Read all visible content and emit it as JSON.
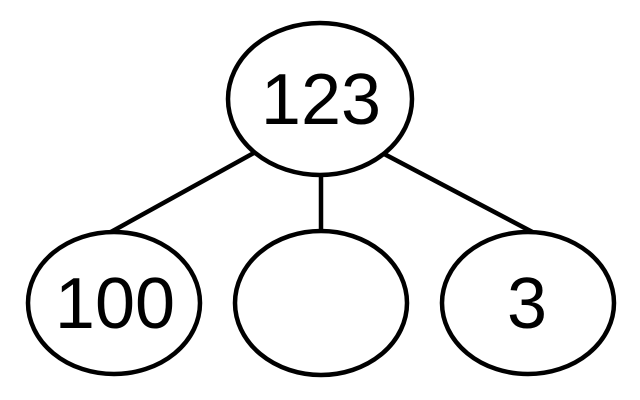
{
  "diagram": {
    "type": "number-bond",
    "description": "Part-part-whole number bond decomposing 123",
    "background_color": "#ffffff",
    "stroke_color": "#000000",
    "text_color": "#000000",
    "root": {
      "value": "123"
    },
    "children": [
      {
        "value": "100"
      },
      {
        "value": ""
      },
      {
        "value": "3"
      }
    ]
  }
}
